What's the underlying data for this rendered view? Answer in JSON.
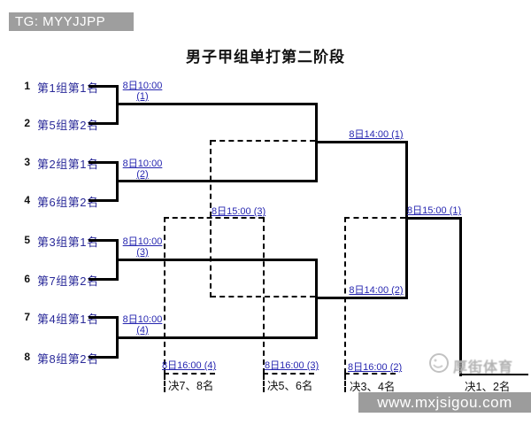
{
  "header": {
    "tg_label": "TG: MYYJJPP"
  },
  "title": "男子甲组单打第二阶段",
  "colors": {
    "link_blue": "#2626b0",
    "name_navy": "#2a2a99",
    "line_black": "#000000",
    "tg_bar_gray": "#9e9e9e",
    "watermark_bar_gray": "#949494"
  },
  "entries": [
    {
      "seed": "1",
      "name": "第1组第1名"
    },
    {
      "seed": "2",
      "name": "第5组第2名"
    },
    {
      "seed": "3",
      "name": "第2组第1名"
    },
    {
      "seed": "4",
      "name": "第6组第2名"
    },
    {
      "seed": "5",
      "name": "第3组第1名"
    },
    {
      "seed": "6",
      "name": "第7组第2名"
    },
    {
      "seed": "7",
      "name": "第4组第1名"
    },
    {
      "seed": "8",
      "name": "第8组第2名"
    }
  ],
  "matches": {
    "quarterfinals": [
      {
        "time": "8日10:00",
        "no": "(1)"
      },
      {
        "time": "8日10:00",
        "no": "(2)"
      },
      {
        "time": "8日10:00",
        "no": "(3)"
      },
      {
        "time": "8日10:00",
        "no": "(4)"
      }
    ],
    "semifinals": [
      {
        "label": "8日14:00 (1)"
      },
      {
        "label": "8日14:00 (2)"
      }
    ],
    "final": {
      "label": "8日15:00 (1)"
    },
    "consolation_semifinal": {
      "label": "8日15:00 (3)"
    },
    "placements": [
      {
        "label": "8日16:00 (4)",
        "rank": "决7、8名"
      },
      {
        "label": "8日16:00 (3)",
        "rank": "决5、6名"
      },
      {
        "label": "8日16:00 (2)",
        "rank": "决3、4名"
      }
    ],
    "final_rank": "决1、2名"
  },
  "watermark": {
    "logo_text": "厚街体育",
    "site": "www.mxjsigou.com"
  }
}
